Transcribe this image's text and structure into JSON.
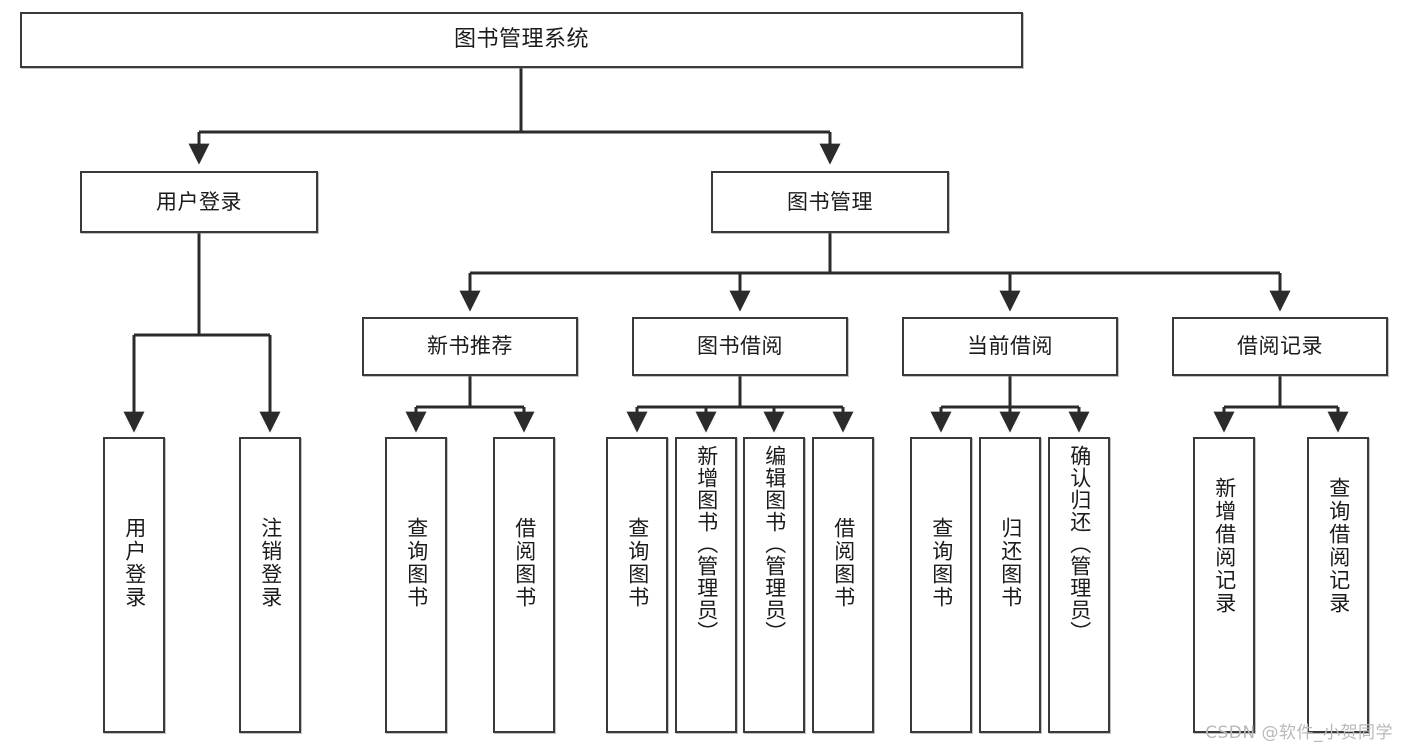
{
  "diagram": {
    "title": "图书管理系统",
    "type": "tree-hierarchy",
    "watermark": "CSDN @软件_小贺同学",
    "colors": {
      "box_border": "#3a3a3a",
      "box_fill": "#ffffff",
      "connector": "#2b2b2b",
      "text": "#1b1b1b",
      "watermark": "#b9b9b9"
    },
    "root": {
      "label": "图书管理系统"
    },
    "level2": [
      {
        "label": "用户登录"
      },
      {
        "label": "图书管理"
      }
    ],
    "level3": [
      {
        "label": "新书推荐"
      },
      {
        "label": "图书借阅"
      },
      {
        "label": "当前借阅"
      },
      {
        "label": "借阅记录"
      }
    ],
    "leaves": {
      "user_login": [
        {
          "label": "用户登录"
        },
        {
          "label": "注销登录"
        }
      ],
      "new_book": [
        {
          "label": "查询图书"
        },
        {
          "label": "借阅图书"
        }
      ],
      "book_borrow": [
        {
          "label": "查询图书"
        },
        {
          "label": "新增图书（管理员）"
        },
        {
          "label": "编辑图书（管理员）"
        },
        {
          "label": "借阅图书"
        }
      ],
      "current_borrow": [
        {
          "label": "查询图书"
        },
        {
          "label": "归还图书"
        },
        {
          "label": "确认归还（管理员）"
        }
      ],
      "borrow_record": [
        {
          "label": "新增借阅记录"
        },
        {
          "label": "查询借阅记录"
        }
      ]
    }
  }
}
